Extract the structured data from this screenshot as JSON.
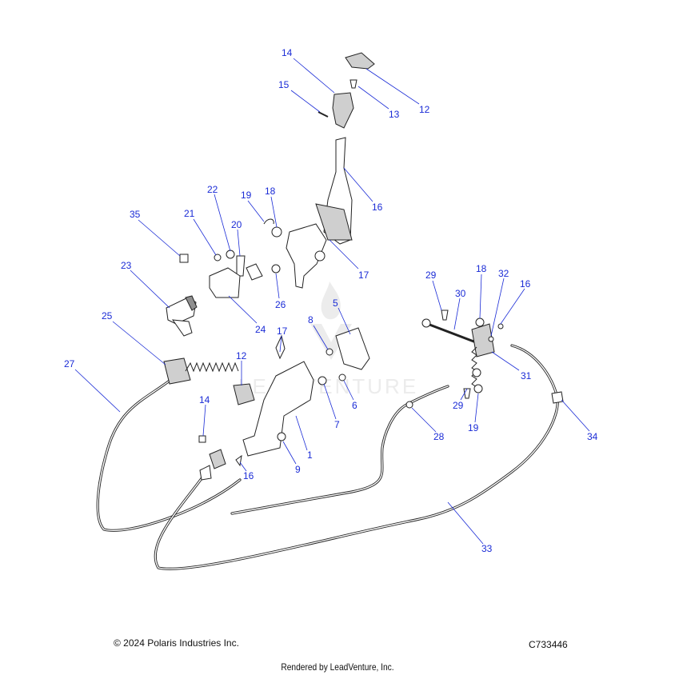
{
  "callouts": [
    "14",
    "15",
    "13",
    "12",
    "16",
    "22",
    "19",
    "18",
    "35",
    "21",
    "20",
    "17",
    "23",
    "26",
    "24",
    "5",
    "29",
    "30",
    "18",
    "32",
    "16",
    "25",
    "8",
    "17",
    "12",
    "27",
    "6",
    "7",
    "31",
    "29",
    "28",
    "19",
    "34",
    "14",
    "1",
    "9",
    "16",
    "33"
  ],
  "footer": {
    "copyright": "© 2024 Polaris Industries Inc.",
    "drawing_number": "C733446",
    "rendered_by": "Rendered by LeadVenture, Inc."
  },
  "watermark": "LEADVENTURE",
  "colors": {
    "callout": "#1a2bd6",
    "line": "#222222",
    "part_fill": "#cfcfcf"
  }
}
